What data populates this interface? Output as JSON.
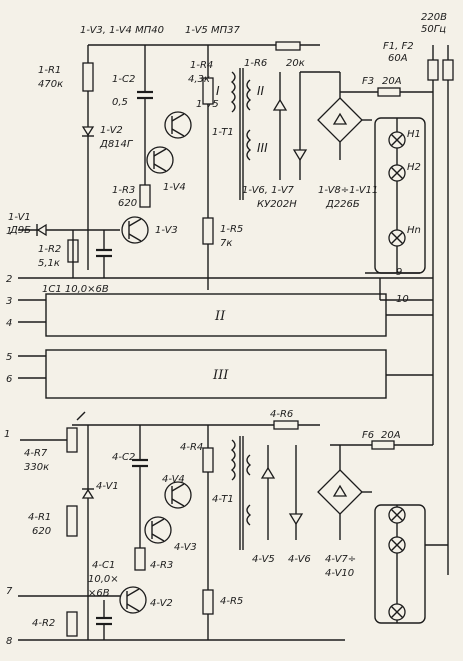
{
  "supply": {
    "voltage": "220В",
    "freq": "50Гц",
    "fuse_main": "F1, F2",
    "fuse_main_rating": "60A"
  },
  "channel1": {
    "header_transistors_a": "1-V3, 1-V4  МП40",
    "header_transistors_b": "1-V5  МП37",
    "R1": "1-R1",
    "R1_val": "470к",
    "C2": "1-C2",
    "C2_val": "0,5",
    "V2": "1-V2",
    "V2_type": "Д814Г",
    "V1": "1-V1",
    "V1_type": "Д9Б",
    "R3": "1-R3",
    "R3_val": "620",
    "R2": "1-R2",
    "R2_val": "5,1к",
    "V3": "1-V3",
    "V4": "1-V4",
    "V5": "1-V5",
    "R4": "1-R4",
    "R4_val": "4,3к",
    "T1": "1-T1",
    "R5": "1-R5",
    "R5_val": "7к",
    "R6": "1-R6",
    "R6_val": "20к",
    "thyristors": "1-V6, 1-V7",
    "thyristor_type": "КУ202Н",
    "bridge": "1-V8÷1-V11",
    "bridge_type": "Д226Б",
    "fuse": "F3",
    "fuse_rating": "20A",
    "lamps": [
      "H1",
      "H2",
      "Hn"
    ],
    "C1": "1C1  10,0×6В",
    "winding_I": "I",
    "winding_II": "II",
    "winding_III": "III"
  },
  "blocks": {
    "block2": "II",
    "block3": "III"
  },
  "terminals": [
    "1",
    "2",
    "3",
    "4",
    "5",
    "6",
    "7",
    "8",
    "9",
    "10"
  ],
  "channel4": {
    "R6": "4-R6",
    "fuse": "F6",
    "fuse_rating": "20A",
    "R7": "4-R7",
    "R7_val": "330к",
    "C2": "4-C2",
    "V1": "4-V1",
    "R4": "4-R4",
    "V4": "4-V4",
    "V3": "4-V3",
    "V2": "4-V2",
    "T1": "4-T1",
    "R1": "4-R1",
    "R1_val": "620",
    "R3": "4-R3",
    "C1": "4-C1",
    "C1_val_a": "10,0×",
    "C1_val_b": "×6В",
    "R5": "4-R5",
    "R2": "4-R2",
    "V5": "4-V5",
    "V6": "4-V6",
    "bridge": "4-V7÷",
    "bridge_b": "4-V10"
  }
}
